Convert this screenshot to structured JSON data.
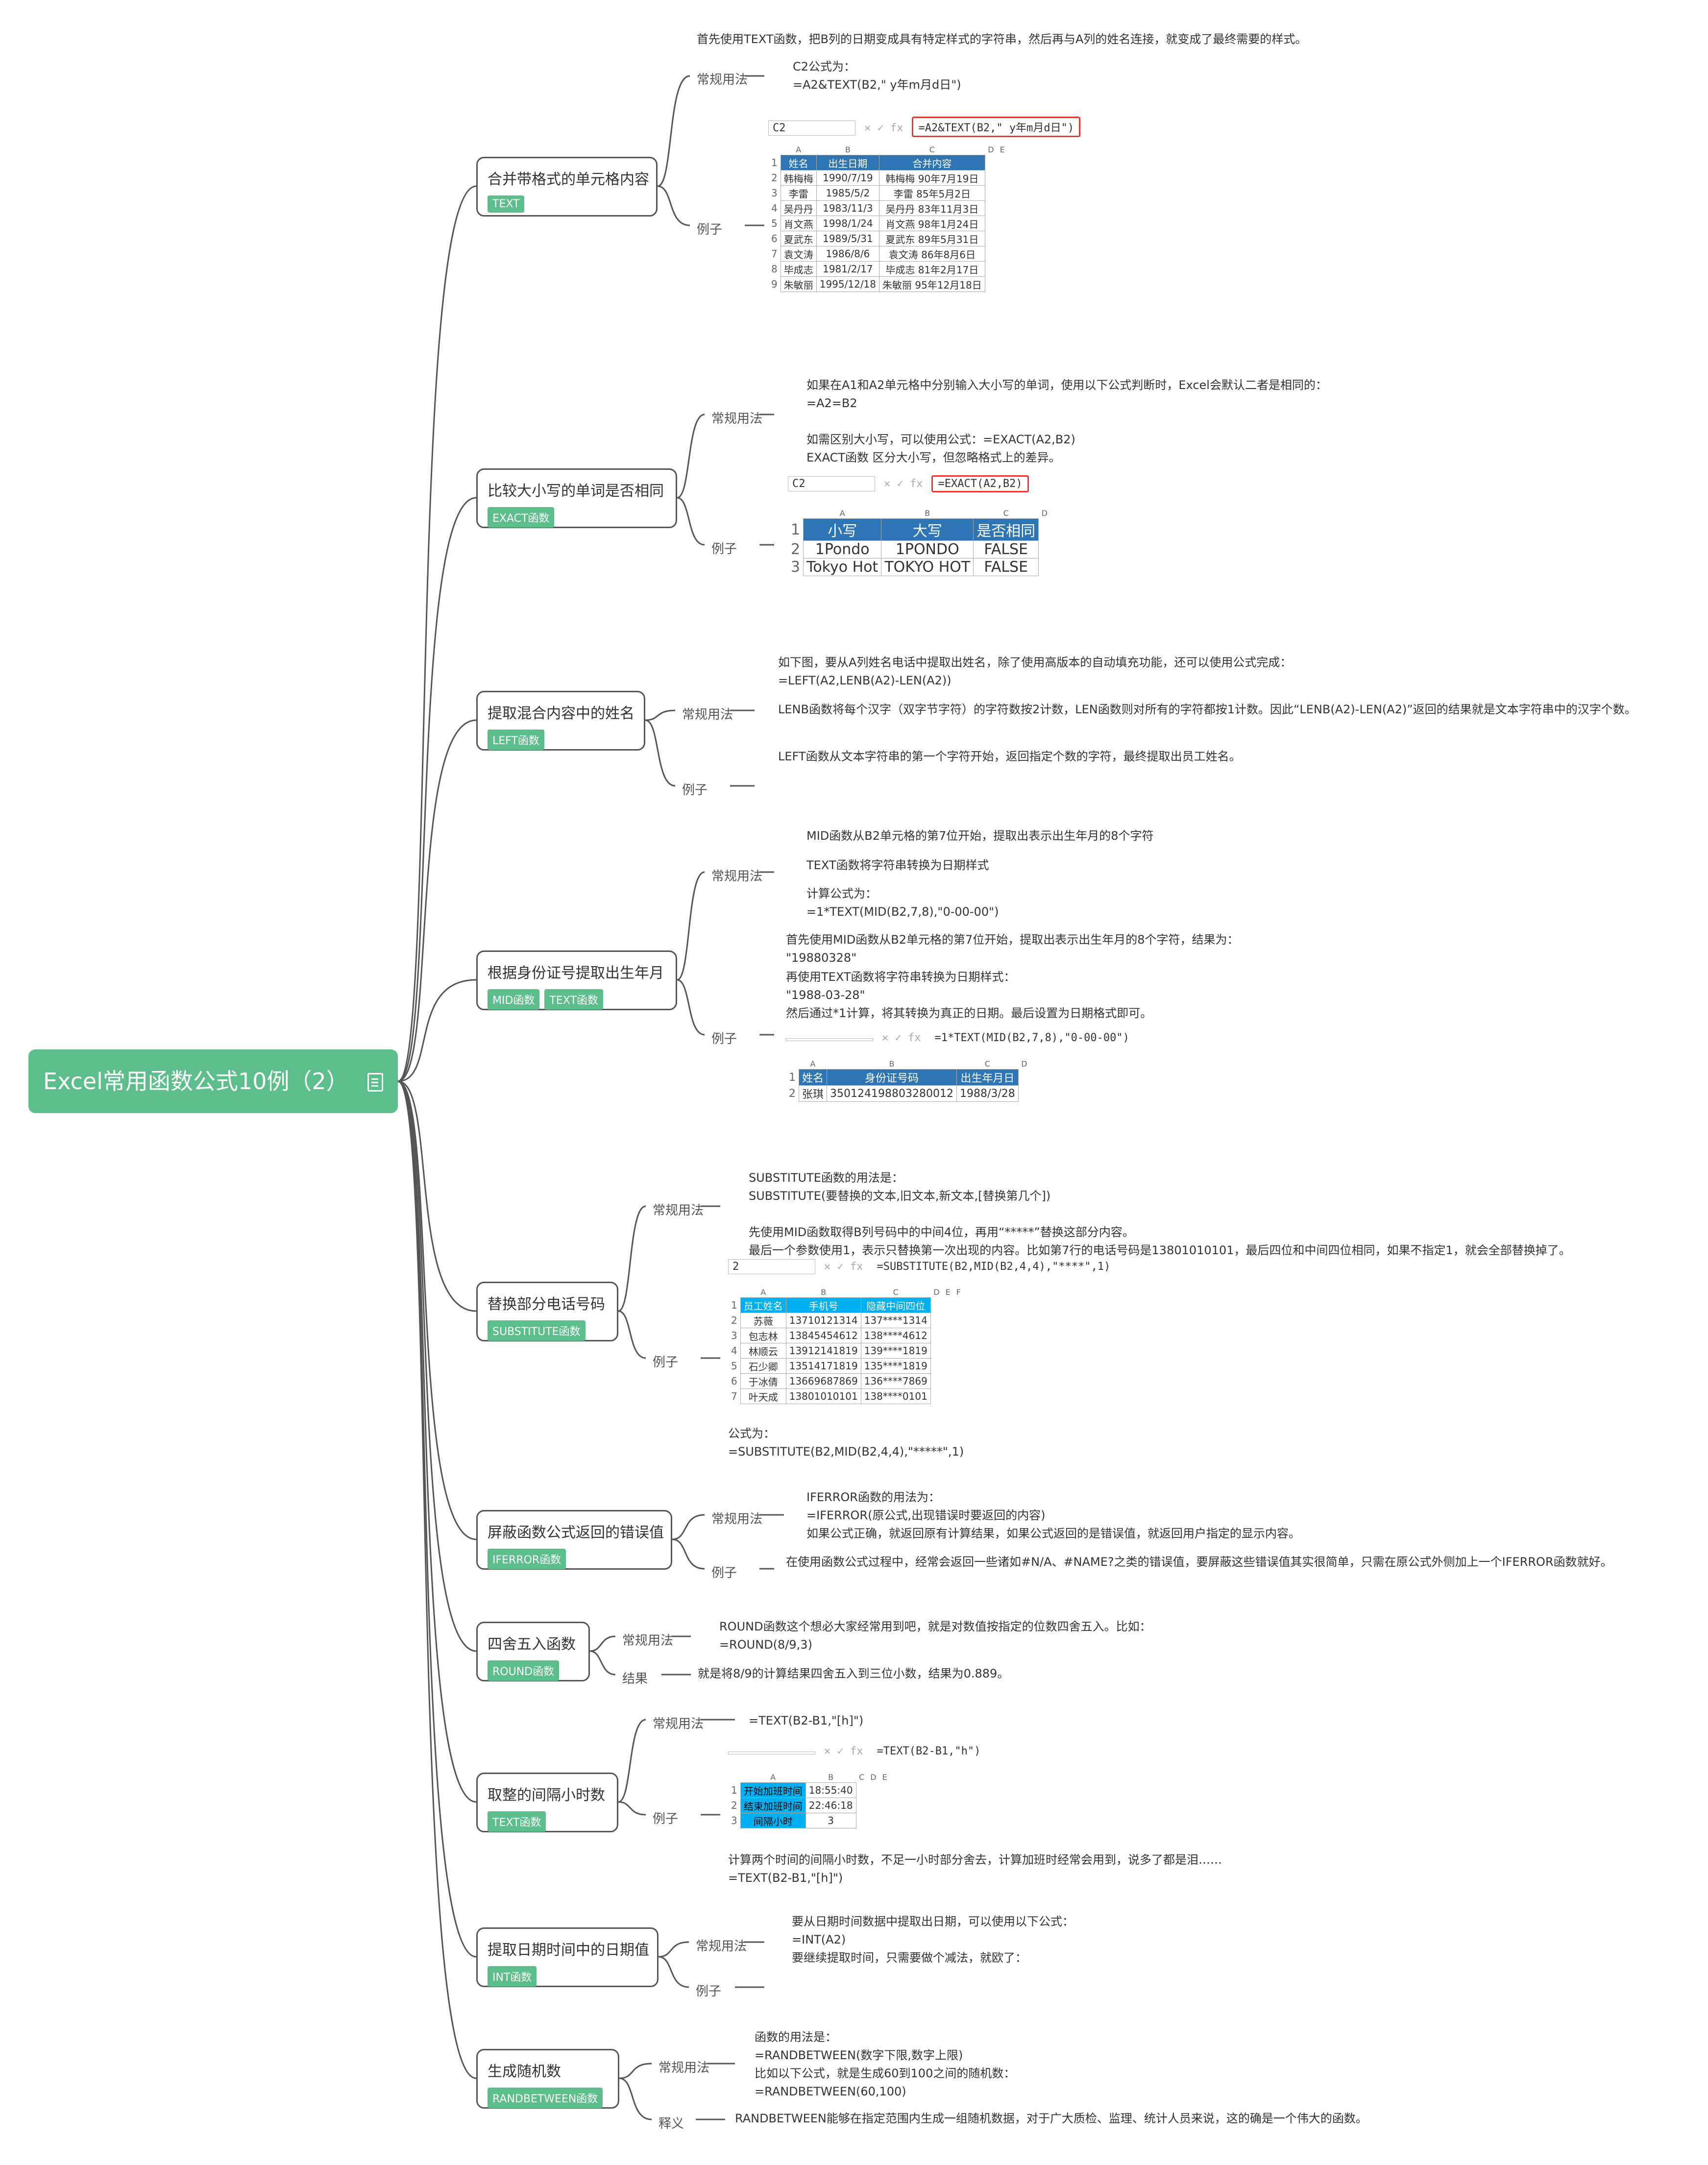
{
  "root": {
    "title": "Excel常用函数公式10例（2）",
    "note_icon": "note-icon"
  },
  "labels": {
    "usage": "常规用法",
    "example": "例子",
    "result": "结果",
    "meaning": "释义"
  },
  "topics": [
    {
      "title": "合并带格式的单元格内容",
      "tags": [
        "TEXT"
      ],
      "intro": "首先使用TEXT函数，把B列的日期变成具有特定样式的字符串，然后再与A列的姓名连接，就变成了最终需要的样式。",
      "usage_text": "C2公式为：\n=A2&TEXT(B2,\" y年m月d日\")",
      "sheet": {
        "cell": "C2",
        "formula": "=A2&TEXT(B2,\" y年m月d日\")",
        "cols": [
          "A",
          "B",
          "C",
          "D",
          "E"
        ],
        "header": [
          "姓名",
          "出生日期",
          "合并内容"
        ],
        "rows": [
          [
            "韩梅梅",
            "1990/7/19",
            "韩梅梅 90年7月19日"
          ],
          [
            "李雷",
            "1985/5/2",
            "李雷 85年5月2日"
          ],
          [
            "吴丹丹",
            "1983/11/3",
            "吴丹丹 83年11月3日"
          ],
          [
            "肖文燕",
            "1998/1/24",
            "肖文燕 98年1月24日"
          ],
          [
            "夏武东",
            "1989/5/31",
            "夏武东 89年5月31日"
          ],
          [
            "袁文涛",
            "1986/8/6",
            "袁文涛 86年8月6日"
          ],
          [
            "毕成志",
            "1981/2/17",
            "毕成志 81年2月17日"
          ],
          [
            "朱敏丽",
            "1995/12/18",
            "朱敏丽 95年12月18日"
          ]
        ]
      }
    },
    {
      "title": "比较大小写的单词是否相同",
      "tags": [
        "EXACT函数"
      ],
      "usage_text": "如果在A1和A2单元格中分别输入大小写的单词，使用以下公式判断时，Excel会默认二者是相同的：\n=A2=B2\n\n如需区别大小写，可以使用公式：=EXACT(A2,B2)\nEXACT函数 区分大小写，但忽略格式上的差异。",
      "sheet": {
        "cell": "C2",
        "formula": "=EXACT(A2,B2)",
        "cols": [
          "A",
          "B",
          "C",
          "D"
        ],
        "header": [
          "小写",
          "大写",
          "是否相同"
        ],
        "rows": [
          [
            "1Pondo",
            "1PONDO",
            "FALSE"
          ],
          [
            "Tokyo Hot",
            "TOKYO HOT",
            "FALSE"
          ]
        ]
      }
    },
    {
      "title": "提取混合内容中的姓名",
      "tags": [
        "LEFT函数"
      ],
      "usage_text_1": "如下图，要从A列姓名电话中提取出姓名，除了使用高版本的自动填充功能，还可以使用公式完成：\n=LEFT(A2,LENB(A2)-LEN(A2))",
      "usage_text_2": "LENB函数将每个汉字（双字节字符）的字符数按2计数，LEN函数则对所有的字符都按1计数。因此“LENB(A2)-LEN(A2)”返回的结果就是文本字符串中的汉字个数。",
      "usage_text_3": "LEFT函数从文本字符串的第一个字符开始，返回指定个数的字符，最终提取出员工姓名。"
    },
    {
      "title": "根据身份证号提取出生年月",
      "tags": [
        "MID函数",
        "TEXT函数"
      ],
      "usage_1": "MID函数从B2单元格的第7位开始，提取出表示出生年月的8个字符",
      "usage_2": "TEXT函数将字符串转换为日期样式",
      "usage_3": "计算公式为：\n=1*TEXT(MID(B2,7,8),\"0-00-00\")",
      "example_1": "首先使用MID函数从B2单元格的第7位开始，提取出表示出生年月的8个字符，结果为：\n\"19880328\"",
      "example_2": "再使用TEXT函数将字符串转换为日期样式：\n\"1988-03-28\"\n然后通过*1计算，将其转换为真正的日期。最后设置为日期格式即可。",
      "sheet": {
        "formula": "=1*TEXT(MID(B2,7,8),\"0-00-00\")",
        "cols": [
          "A",
          "B",
          "C",
          "D"
        ],
        "header": [
          "姓名",
          "身份证号码",
          "出生年月日"
        ],
        "rows": [
          [
            "张琪",
            "350124198803280012",
            "1988/3/28"
          ]
        ]
      }
    },
    {
      "title": "替换部分电话号码",
      "tags": [
        "SUBSTITUTE函数"
      ],
      "usage_text": "SUBSTITUTE函数的用法是：\nSUBSTITUTE(要替换的文本,旧文本,新文本,[替换第几个])\n\n先使用MID函数取得B列号码中的中间4位，再用“*****”替换这部分内容。\n最后一个参数使用1，表示只替换第一次出现的内容。比如第7行的电话号码是13801010101，最后四位和中间四位相同，如果不指定1，就会全部替换掉了。",
      "sheet": {
        "cell": "2",
        "formula": "=SUBSTITUTE(B2,MID(B2,4,4),\"****\",1)",
        "cols": [
          "A",
          "B",
          "C",
          "D",
          "E",
          "F"
        ],
        "header": [
          "员工姓名",
          "手机号",
          "隐藏中间四位"
        ],
        "rows": [
          [
            "苏薇",
            "13710121314",
            "137****1314"
          ],
          [
            "包志林",
            "13845454612",
            "138****4612"
          ],
          [
            "林顺云",
            "13912141819",
            "139****1819"
          ],
          [
            "石少卿",
            "13514171819",
            "135****1819"
          ],
          [
            "于冰倩",
            "13669687869",
            "136****7869"
          ],
          [
            "叶天成",
            "13801010101",
            "138****0101"
          ]
        ]
      },
      "after_text": "公式为：\n=SUBSTITUTE(B2,MID(B2,4,4),\"*****\",1)"
    },
    {
      "title": "屏蔽函数公式返回的错误值",
      "tags": [
        "IFERROR函数"
      ],
      "usage_text": "IFERROR函数的用法为：\n=IFERROR(原公式,出现错误时要返回的内容)\n如果公式正确，就返回原有计算结果，如果公式返回的是错误值，就返回用户指定的显示内容。",
      "example_text": "在使用函数公式过程中，经常会返回一些诸如#N/A、#NAME?之类的错误值，要屏蔽这些错误值其实很简单，只需在原公式外侧加上一个IFERROR函数就好。"
    },
    {
      "title": "四舍五入函数",
      "tags": [
        "ROUND函数"
      ],
      "usage_text": "ROUND函数这个想必大家经常用到吧，就是对数值按指定的位数四舍五入。比如：\n=ROUND(8/9,3)",
      "result_text": "就是将8/9的计算结果四舍五入到三位小数，结果为0.889。"
    },
    {
      "title": "取整的间隔小时数",
      "tags": [
        "TEXT函数"
      ],
      "usage_text": "=TEXT(B2-B1,\"[h]\")",
      "sheet": {
        "formula": "=TEXT(B2-B1,\"h\")",
        "cols": [
          "A",
          "B",
          "C",
          "D",
          "E"
        ],
        "rows": [
          [
            "开始加班时间",
            "18:55:40"
          ],
          [
            "结束加班时间",
            "22:46:18"
          ],
          [
            "间隔小时",
            "3"
          ]
        ]
      },
      "after_text": "计算两个时间的间隔小时数，不足一小时部分舍去，计算加班时经常会用到，说多了都是泪……\n=TEXT(B2-B1,\"[h]\")"
    },
    {
      "title": "提取日期时间中的日期值",
      "tags": [
        "INT函数"
      ],
      "usage_text": "要从日期时间数据中提取出日期，可以使用以下公式：\n=INT(A2)\n要继续提取时间，只需要做个减法，就欧了："
    },
    {
      "title": "生成随机数",
      "tags": [
        "RANDBETWEEN函数"
      ],
      "usage_text": "函数的用法是：\n=RANDBETWEEN(数字下限,数字上限)\n比如以下公式，就是生成60到100之间的随机数：\n=RANDBETWEEN(60,100)",
      "meaning_text": "RANDBETWEEN能够在指定范围内生成一组随机数据，对于广大质检、监理、统计人员来说，这的确是一个伟大的函数。"
    }
  ],
  "colors": {
    "accent": "#5cbf8b",
    "line": "#555555",
    "header_blue": "#2e75b6",
    "highlight_red": "#e53935",
    "cyan": "#00b0f0"
  }
}
